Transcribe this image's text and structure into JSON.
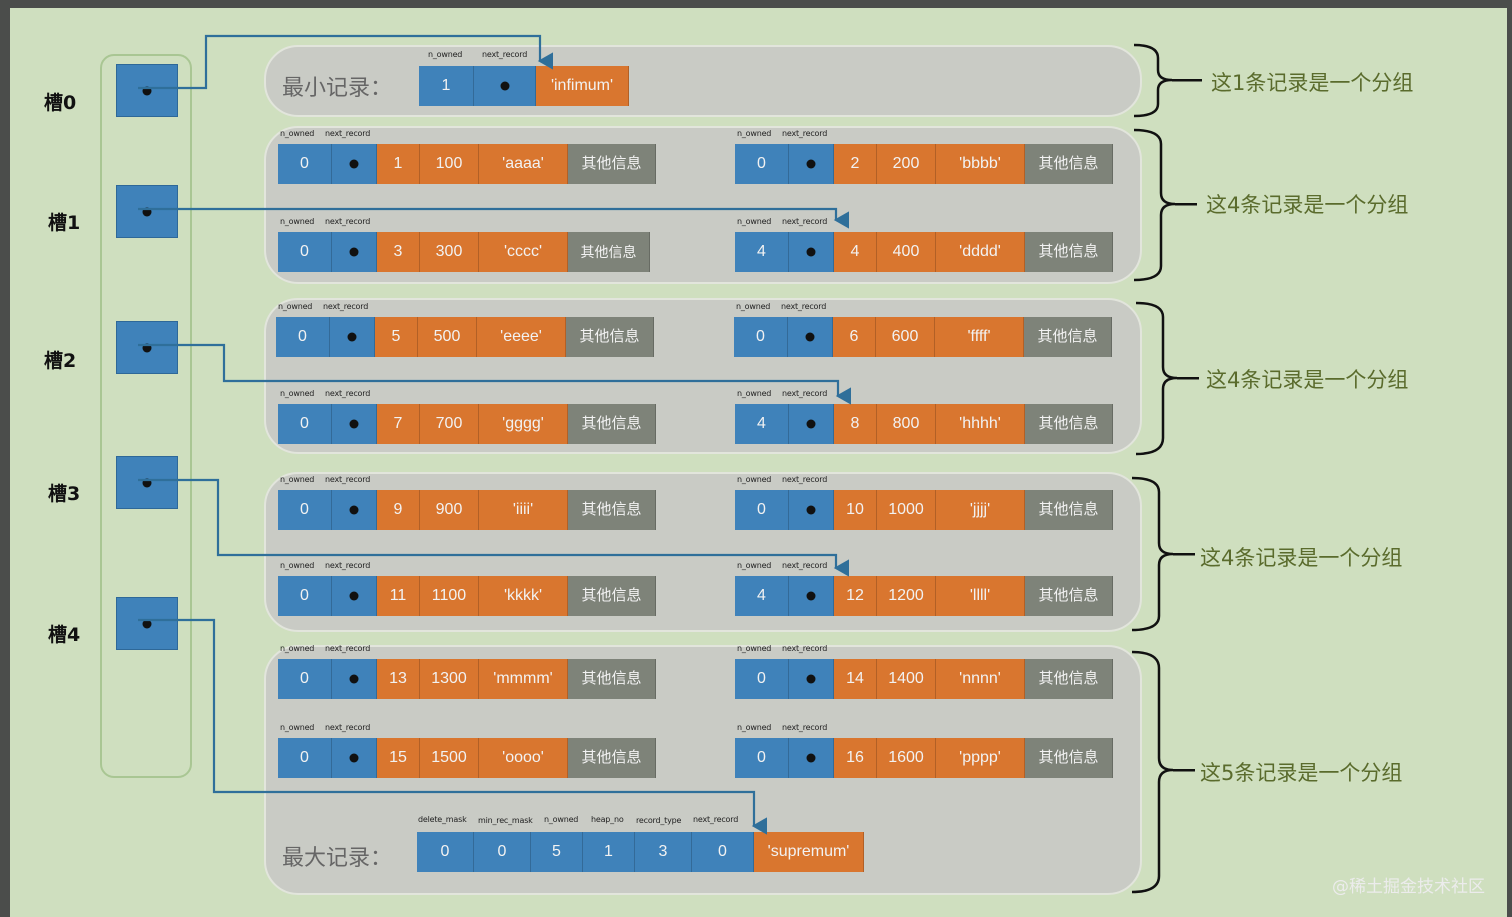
{
  "slots": [
    {
      "label": "槽0"
    },
    {
      "label": "槽1"
    },
    {
      "label": "槽2"
    },
    {
      "label": "槽3"
    },
    {
      "label": "槽4"
    }
  ],
  "infimum": {
    "label": "最小记录：",
    "headers": [
      "n_owned",
      "next_record"
    ],
    "cells": [
      "1",
      "",
      "'infimum'"
    ]
  },
  "supremum": {
    "label": "最大记录：",
    "headers": [
      "delete_mask",
      "min_rec_mask",
      "n_owned",
      "heap_no",
      "record_type",
      "next_record"
    ],
    "cells": [
      "0",
      "0",
      "5",
      "1",
      "3",
      "0",
      "'supremum'"
    ]
  },
  "record_headers": [
    "n_owned",
    "next_record"
  ],
  "records": [
    {
      "n_owned": "0",
      "num": "1",
      "val": "100",
      "key": "'aaaa'",
      "other": "其他信息"
    },
    {
      "n_owned": "0",
      "num": "2",
      "val": "200",
      "key": "'bbbb'",
      "other": "其他信息"
    },
    {
      "n_owned": "0",
      "num": "3",
      "val": "300",
      "key": "'cccc'",
      "other": "其他信息"
    },
    {
      "n_owned": "4",
      "num": "4",
      "val": "400",
      "key": "'dddd'",
      "other": "其他信息"
    },
    {
      "n_owned": "0",
      "num": "5",
      "val": "500",
      "key": "'eeee'",
      "other": "其他信息"
    },
    {
      "n_owned": "0",
      "num": "6",
      "val": "600",
      "key": "'ffff'",
      "other": "其他信息"
    },
    {
      "n_owned": "0",
      "num": "7",
      "val": "700",
      "key": "'gggg'",
      "other": "其他信息"
    },
    {
      "n_owned": "4",
      "num": "8",
      "val": "800",
      "key": "'hhhh'",
      "other": "其他信息"
    },
    {
      "n_owned": "0",
      "num": "9",
      "val": "900",
      "key": "'iiii'",
      "other": "其他信息"
    },
    {
      "n_owned": "0",
      "num": "10",
      "val": "1000",
      "key": "'jjjj'",
      "other": "其他信息"
    },
    {
      "n_owned": "0",
      "num": "11",
      "val": "1100",
      "key": "'kkkk'",
      "other": "其他信息"
    },
    {
      "n_owned": "4",
      "num": "12",
      "val": "1200",
      "key": "'llll'",
      "other": "其他信息"
    },
    {
      "n_owned": "0",
      "num": "13",
      "val": "1300",
      "key": "'mmmm'",
      "other": "其他信息"
    },
    {
      "n_owned": "0",
      "num": "14",
      "val": "1400",
      "key": "'nnnn'",
      "other": "其他信息"
    },
    {
      "n_owned": "0",
      "num": "15",
      "val": "1500",
      "key": "'oooo'",
      "other": "其他信息"
    },
    {
      "n_owned": "0",
      "num": "16",
      "val": "1600",
      "key": "'pppp'",
      "other": "其他信息"
    }
  ],
  "group_descriptions": [
    "这1条记录是一个分组",
    "这4条记录是一个分组",
    "这4条记录是一个分组",
    "这4条记录是一个分组",
    "这5条记录是一个分组"
  ],
  "watermark": "@稀土掘金技术社区",
  "colors": {
    "blue": "#3f82ba",
    "orange": "#d9762f",
    "gray": "#7e8379",
    "background": "#cfdfbf",
    "arrow": "#2f6f9a"
  }
}
